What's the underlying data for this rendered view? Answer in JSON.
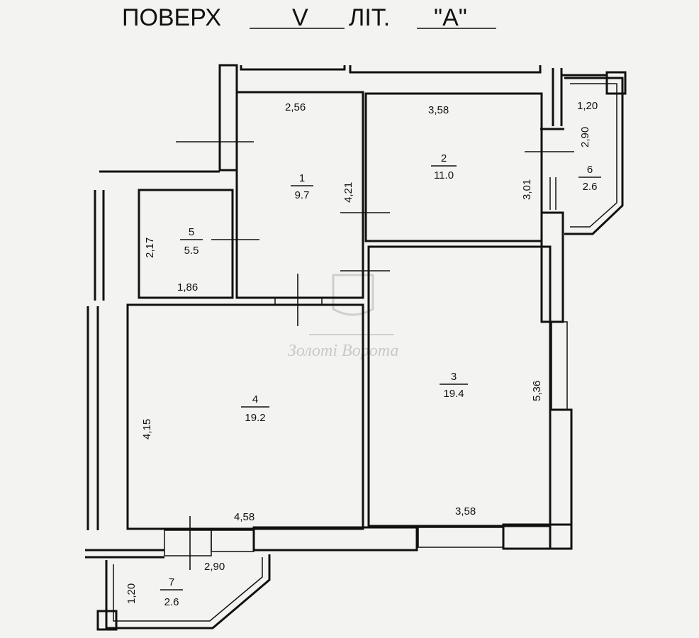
{
  "title": {
    "prefix": "ПОВЕРХ",
    "floor": "V",
    "lit_label": "ЛІТ.",
    "lit_value": "\"А\""
  },
  "rooms": [
    {
      "num": "1",
      "area": "9.7"
    },
    {
      "num": "2",
      "area": "11.0"
    },
    {
      "num": "3",
      "area": "19.4"
    },
    {
      "num": "4",
      "area": "19.2"
    },
    {
      "num": "5",
      "area": "5.5"
    },
    {
      "num": "6",
      "area": "2.6"
    },
    {
      "num": "7",
      "area": "2.6"
    }
  ],
  "dimensions": {
    "r1_top": "2,56",
    "r1_side": "4,21",
    "r2_top": "3,58",
    "r2_side": "3,01",
    "r3_side": "5,36",
    "r3_bottom": "3,58",
    "r4_side": "4,15",
    "r4_bottom": "4,58",
    "r5_side": "2,17",
    "r5_bottom": "1,86",
    "r6_top": "1,20",
    "r6_side": "2,90",
    "r7_top": "2,90",
    "r7_side": "1,20"
  },
  "watermark": "Золоті Ворота",
  "colors": {
    "ink": "#111111",
    "paper": "#f3f3f1",
    "watermark": "#c9c9c9"
  }
}
